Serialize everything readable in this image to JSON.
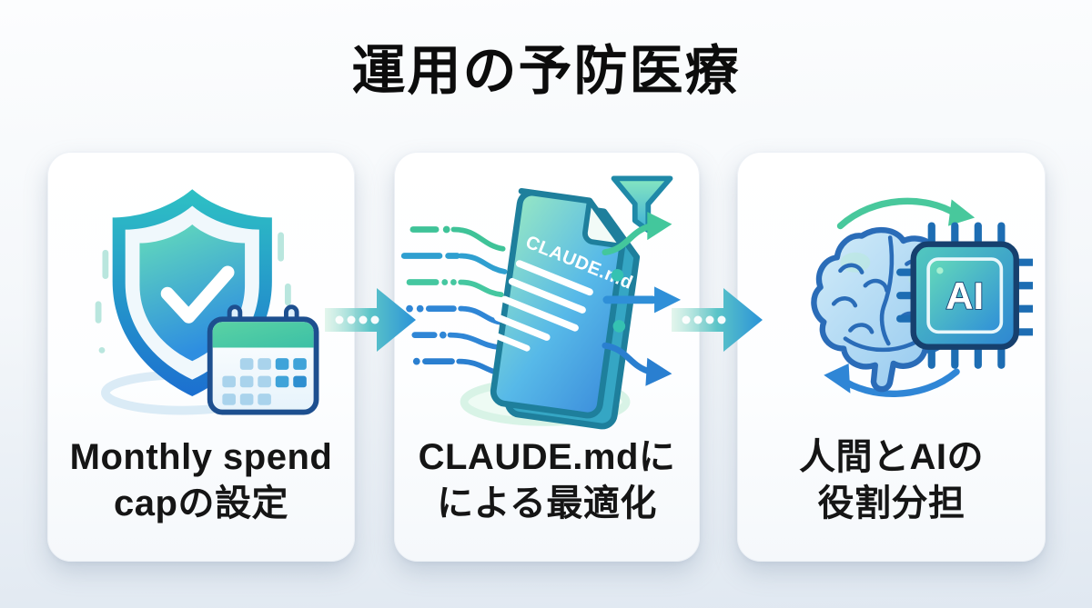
{
  "title": "運用の予防医療",
  "cards": [
    {
      "id": "spend-cap",
      "icon": "shield-check-calendar-icon",
      "label": "Monthly spend capの設定",
      "label_lines": [
        "Monthly spend",
        "capの設定"
      ]
    },
    {
      "id": "claude-md-optimization",
      "icon": "claude-md-document-flow-icon",
      "document_label": "CLAUDE.md",
      "label": "CLAUDE.mdにによる最適化",
      "label_lines": [
        "CLAUDE.mdに",
        "による最適化"
      ]
    },
    {
      "id": "human-ai-roles",
      "icon": "brain-ai-chip-cycle-icon",
      "chip_label": "AI",
      "label": "人間とAIの役割分担",
      "label_lines": [
        "人間とAIの",
        "役割分担"
      ]
    }
  ],
  "connectors": [
    {
      "type": "flow-arrow-right",
      "dots": 4
    },
    {
      "type": "flow-arrow-right",
      "dots": 4
    }
  ],
  "icons": {
    "card1": "shield-check-calendar-icon",
    "card2": "claude-md-document-flow-icon",
    "card2_extra": "funnel-icon",
    "card3": "brain-ai-chip-cycle-icon",
    "connector": "flow-arrow-icon"
  },
  "colors": {
    "accent_teal": "#45c7a0",
    "accent_blue": "#2f8fd8",
    "deep_blue_outline": "#1d4f8f",
    "title_text": "#0c0c0c",
    "card_label_text": "#151515",
    "card_background": "#ffffff",
    "page_background_top": "#fcfdfe",
    "page_background_bottom": "#e0e8f1"
  }
}
